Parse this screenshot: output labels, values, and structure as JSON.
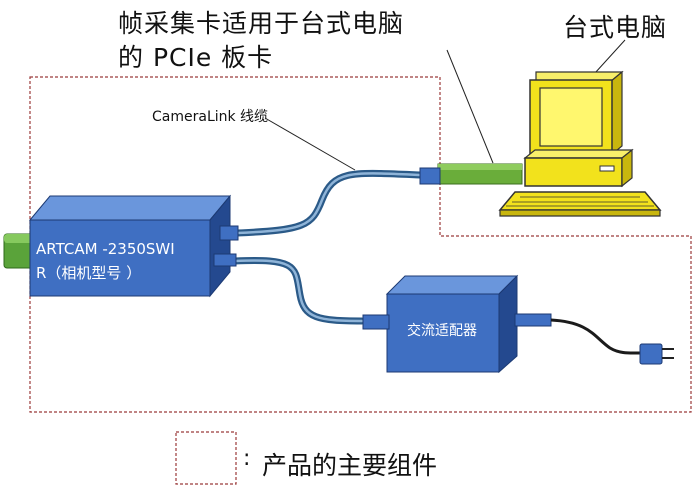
{
  "labels": {
    "pcie_title_line1": "帧采集卡适用于台式电脑",
    "pcie_title_line2": "的 PCIe 板卡",
    "pc_title": "台式电脑",
    "cable": "CameraLink 线缆",
    "camera_line1": "ARTCAM -2350SWI",
    "camera_line2": "R（相机型号 ）",
    "adapter": "交流适配器",
    "legend_colon": ":",
    "legend": "产品的主要组件"
  },
  "colors": {
    "boundary": "#9b3a3a",
    "device_front": "#3f6fc2",
    "device_top": "#6a96dc",
    "device_side": "#24498f",
    "cable": "#4b7fae",
    "pcie_card": "#6aad3a",
    "lens": "#5aa33a",
    "monitor": "#f2e21c",
    "power_cord": "#1b1b1b"
  },
  "icons": [
    "camera-box",
    "lens-barrel",
    "desktop-pc",
    "monitor",
    "keyboard",
    "pcie-card",
    "power-plug",
    "ac-adapter-box"
  ]
}
